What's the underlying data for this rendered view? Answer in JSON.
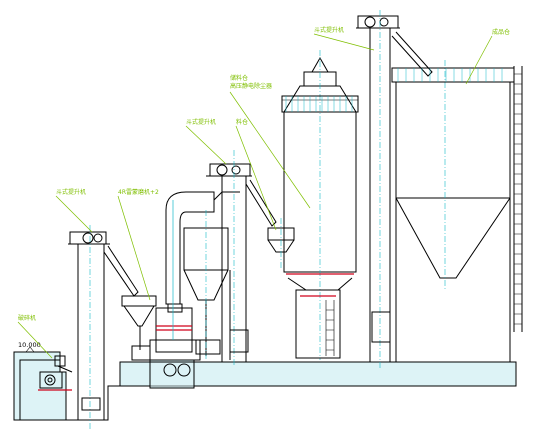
{
  "level_mark": "10.000",
  "labels": {
    "crusher": "破碎机",
    "elevator1": "斗式提升机",
    "mill": "4R雷蒙磨机+2",
    "elevator2": "斗式提升机",
    "silo_feeder": "料仓",
    "storage_bin": "储料仓\n高压静电除尘器",
    "elevator3": "斗式提升机",
    "product_silo": "成品仓"
  },
  "colors": {
    "outline": "#000000",
    "centerline": "#13b8c8",
    "leader": "#7fbf00",
    "accent": "#d0021b",
    "concrete": "#ddf3f6"
  }
}
